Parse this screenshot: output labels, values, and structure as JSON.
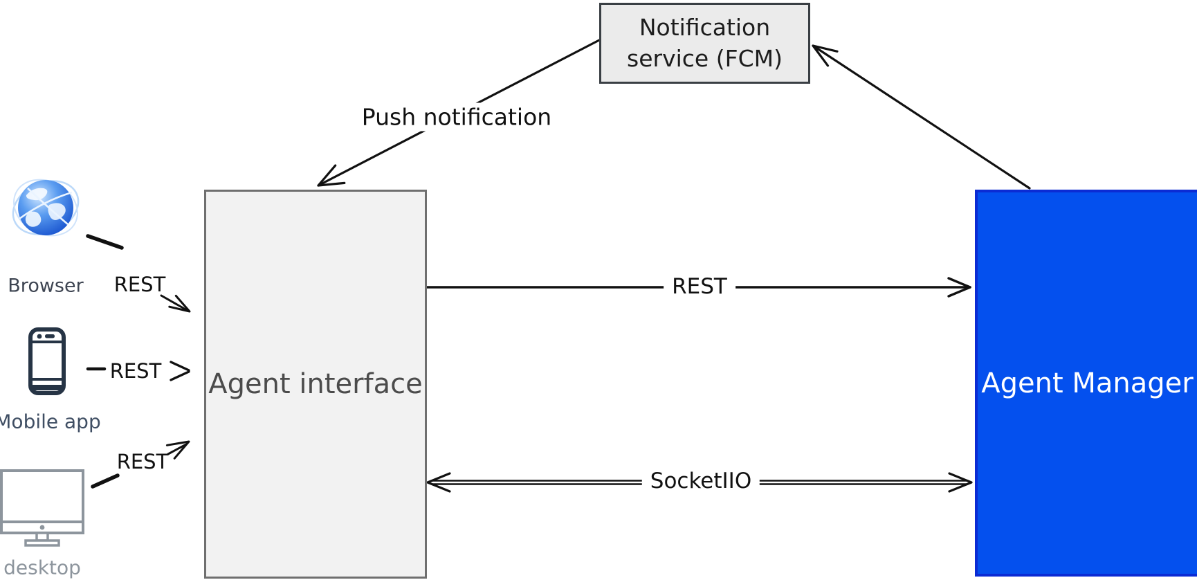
{
  "diagram": {
    "nodes": {
      "notification": {
        "label": "Notification service (FCM)"
      },
      "agent_interface": {
        "label": "Agent interface"
      },
      "agent_manager": {
        "label": "Agent Manager"
      }
    },
    "clients": [
      {
        "id": "browser",
        "label": "Browser",
        "icon": "globe-icon",
        "arrow_label": "REST"
      },
      {
        "id": "mobile",
        "label": "Mobile app",
        "icon": "smartphone-icon",
        "arrow_label": "REST"
      },
      {
        "id": "desktop",
        "label": "desktop",
        "icon": "monitor-icon",
        "arrow_label": "REST"
      }
    ],
    "arrows": {
      "push": {
        "label": "Push notification",
        "from": "Notification service (FCM)",
        "to": "Agent interface"
      },
      "rest_main": {
        "label": "REST",
        "from": "Agent interface",
        "to": "Agent Manager"
      },
      "socket": {
        "label": "SocketIIO",
        "from": "Agent Manager",
        "to": "Agent interface",
        "bidirectional": true
      },
      "manager_to_notification": {
        "from": "Agent Manager",
        "to": "Notification service (FCM)"
      }
    },
    "colors": {
      "manager_fill": "#0450ee",
      "manager_border": "#0b2bd4",
      "notification_fill": "#ebebeb",
      "notification_border": "#3a3f44",
      "interface_fill": "#f2f2f2",
      "interface_border": "#6f6f6f",
      "arrow": "#111111",
      "mobile_accent": "#263445",
      "desktop_accent": "#8d959d"
    }
  }
}
